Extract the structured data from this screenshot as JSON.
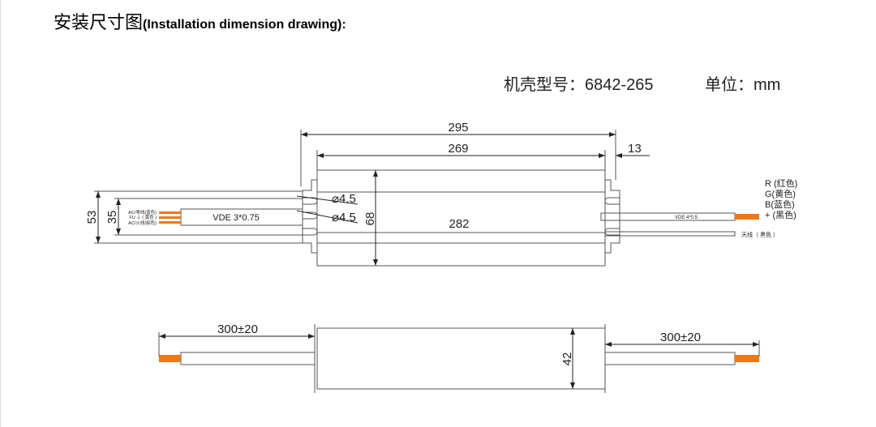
{
  "title": {
    "cn": "安装尺寸图",
    "en": "(Installation dimension drawing):"
  },
  "model": {
    "label": "机壳型号：6842-265",
    "unit": "单位：mm"
  },
  "top_view": {
    "dim_overall": "295",
    "dim_body": "269",
    "dim_flange": "13",
    "dim_inner": "282",
    "dim_height": "68",
    "hole1": "⌀4.5",
    "hole2": "⌀4.5",
    "dim_53": "53",
    "dim_35": "35",
    "input_cable": "VDE 3*0.75",
    "input_wires": [
      "AC/零线(蓝色)",
      "FU ⏚ ( 黄色 )",
      "AC/火线(棕色)"
    ],
    "output_cable": "VDE 4*0.5",
    "output_wires": [
      "R (红色)",
      "G(黄色)",
      "B(蓝色)",
      "+ (黑色)"
    ],
    "antenna": "天线（ 黑色 ）"
  },
  "side_view": {
    "left_len": "300±20",
    "right_len": "300±20",
    "dim_height": "42"
  },
  "colors": {
    "wire": "#f07818",
    "line": "#555555"
  }
}
